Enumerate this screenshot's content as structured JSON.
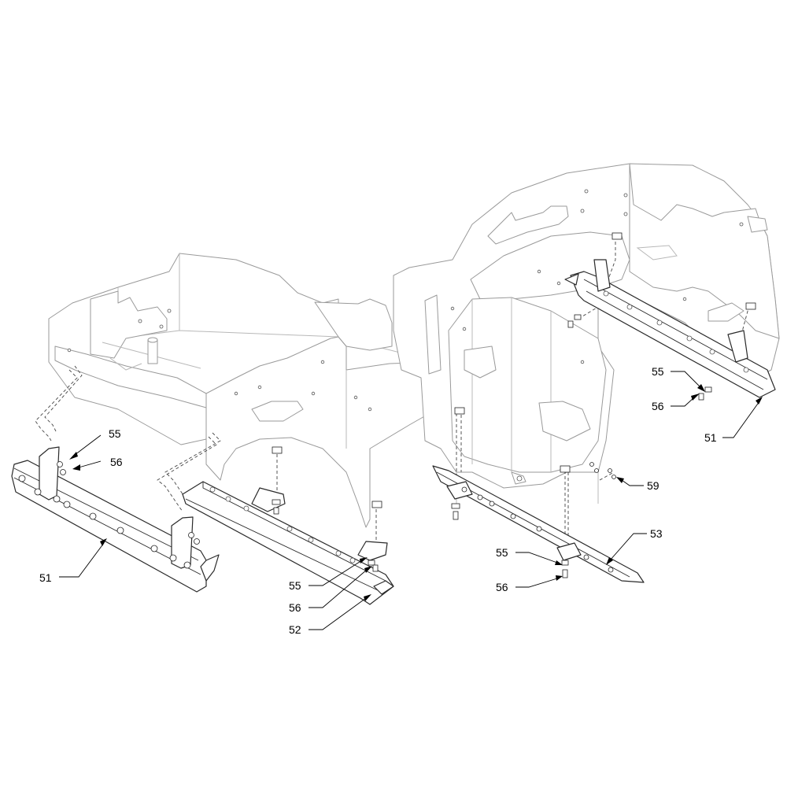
{
  "callouts": {
    "c51_left": "51",
    "c55_left": "55",
    "c56_left": "56",
    "c55_mid": "55",
    "c56_mid": "56",
    "c52": "52",
    "c55_right_top": "55",
    "c56_right_top": "56",
    "c51_right": "51",
    "c59": "59",
    "c53": "53",
    "c55_right_low": "55",
    "c56_right_low": "56"
  }
}
